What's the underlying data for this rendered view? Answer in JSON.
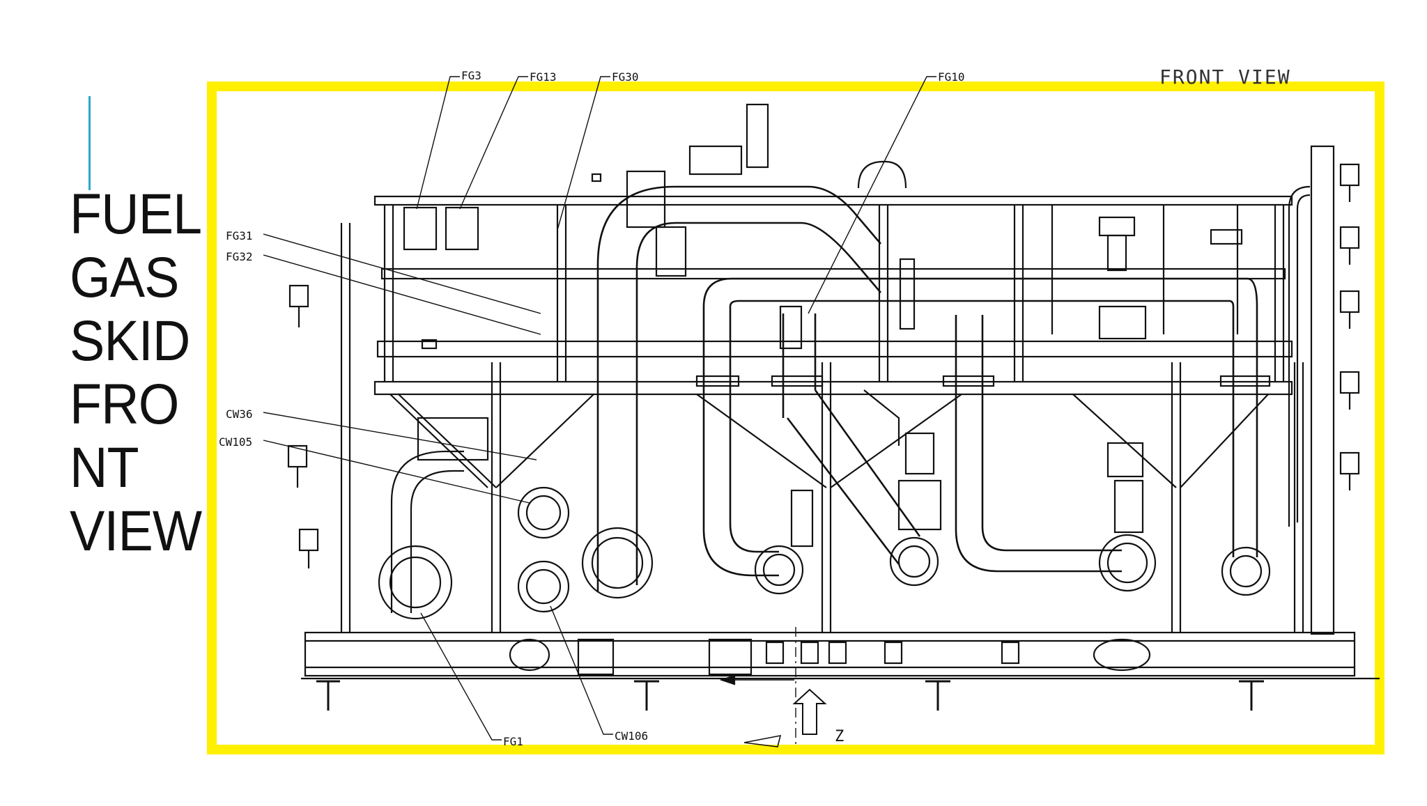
{
  "slide": {
    "title_lines": [
      "FUEL",
      "GAS",
      "SKID",
      "FRO",
      "NT",
      "VIEW"
    ],
    "accent_color": "#2aa7c7",
    "frame_color": "#ffef00"
  },
  "drawing": {
    "view_label": "FRONT VIEW",
    "callouts": {
      "fg3": "FG3",
      "fg13": "FG13",
      "fg30": "FG30",
      "fg10": "FG10",
      "fg31": "FG31",
      "fg32": "FG32",
      "cw36": "CW36",
      "cw105": "CW105",
      "fg1": "FG1",
      "cw106": "CW106"
    },
    "axis_label": "Z"
  }
}
